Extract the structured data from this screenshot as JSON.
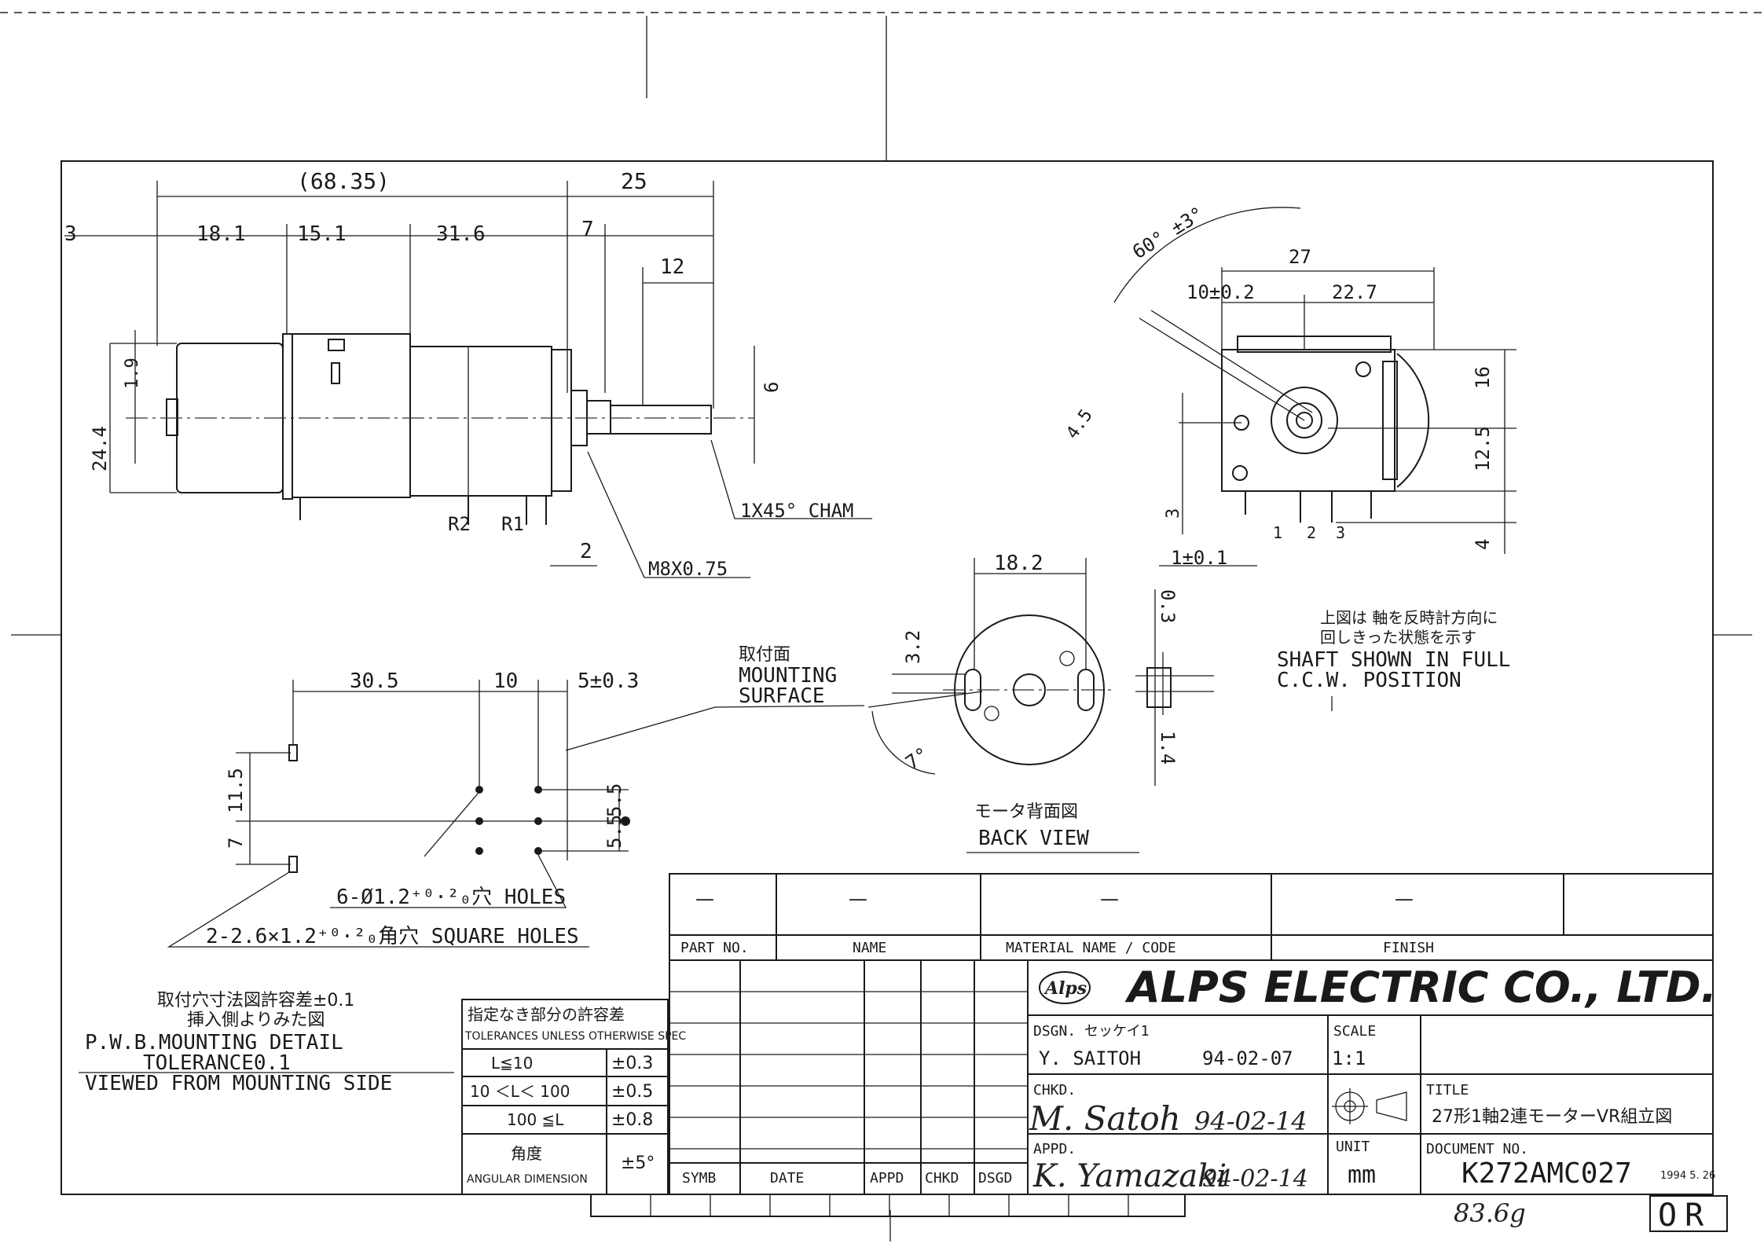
{
  "dims": {
    "d1": "(68.35)",
    "d2": "25",
    "d3": "3",
    "d4": "18.1",
    "d5": "15.1",
    "d6": "31.6",
    "d7": "7",
    "d8": "12",
    "d9": "2",
    "d10": "1.9",
    "d11": "24.4",
    "shaft_dia": "6",
    "r2": "R2",
    "r1": "R1",
    "cham": "1X45° CHAM",
    "thread": "M8X0.75",
    "angle": "60° ±3°",
    "w27": "27",
    "w10": "10±0.2",
    "w227": "22.7",
    "h16": "16",
    "h125": "12.5",
    "h4": "4",
    "d45": "4.5",
    "p1": "1",
    "p2": "2",
    "p3": "3",
    "pm1": "1±0.1",
    "bv182": "18.2",
    "bv32": "3.2",
    "bv7": "7°",
    "bv03": "0.3",
    "bv14": "1.4",
    "h305": "30.5",
    "h10": "10",
    "h5": "5±0.3",
    "v115": "11.5",
    "v7": "7",
    "v55a": "5.5",
    "v55b": "5.5"
  },
  "labels": {
    "mount_jp": "取付面",
    "mount_en1": "MOUNTING",
    "mount_en2": "SURFACE",
    "shaft_jp1": "上図は 軸を反時計方向に",
    "shaft_jp2": "回しきった状態を示す",
    "shaft_en1": "SHAFT SHOWN IN FULL",
    "shaft_en2": "C.C.W. POSITION",
    "back_jp": "モータ背面図",
    "back_en": "BACK VIEW",
    "holes": "6-Ø1.2⁺⁰·²₀穴 HOLES",
    "sq_holes": "2-2.6×1.2⁺⁰·²₀角穴 SQUARE HOLES",
    "pwb_jp1": "取付穴寸法図許容差±0.1",
    "pwb_jp2": "挿入側よりみた図",
    "pwb_en1": "P.W.B.MOUNTING DETAIL",
    "pwb_en2": "TOLERANCE0.1",
    "pwb_en3": "VIEWED FROM MOUNTING SIDE"
  },
  "tolerance": {
    "title_jp": "指定なき部分の許容差",
    "title_en": "TOLERANCES UNLESS OTHERWISE SPEC",
    "rows": [
      {
        "range": "L≦10",
        "tol": "±0.3"
      },
      {
        "range": "10 ＜L＜ 100",
        "tol": "±0.5"
      },
      {
        "range": "100 ≦L",
        "tol": "±0.8"
      }
    ],
    "angle_jp": "角度",
    "angle_en": "ANGULAR DIMENSION",
    "angle_tol": "±5°"
  },
  "titleblock": {
    "part_no": "PART NO.",
    "name": "NAME",
    "material": "MATERIAL NAME / CODE",
    "finish": "FINISH",
    "dash": "—",
    "company": "ALPS ELECTRIC CO., LTD.",
    "logo": "Alps",
    "dsgn_label": "DSGN. セッケイ1",
    "dsgn_name": "Y. SAITOH",
    "dsgn_date": "94-02-07",
    "scale_label": "SCALE",
    "scale": "1:1",
    "chkd_label": "CHKD.",
    "chkd_sig": "M. Satoh",
    "chkd_date": "94-02-14",
    "appd_label": "APPD.",
    "appd_sig": "K. Yamazaki",
    "appd_date": "94-02-14",
    "unit_label": "UNIT",
    "unit": "mm",
    "title_label": "TITLE",
    "title": "27形1軸2連モーターVR組立図",
    "docno_label": "DOCUMENT NO.",
    "docno": "K272AMC027",
    "stamp_date": "1994 5. 26",
    "symb": "SYMB",
    "date": "DATE",
    "appd": "APPD",
    "chkd": "CHKD",
    "dsgd": "DSGD",
    "weight": "83.6g",
    "or": "OR"
  }
}
